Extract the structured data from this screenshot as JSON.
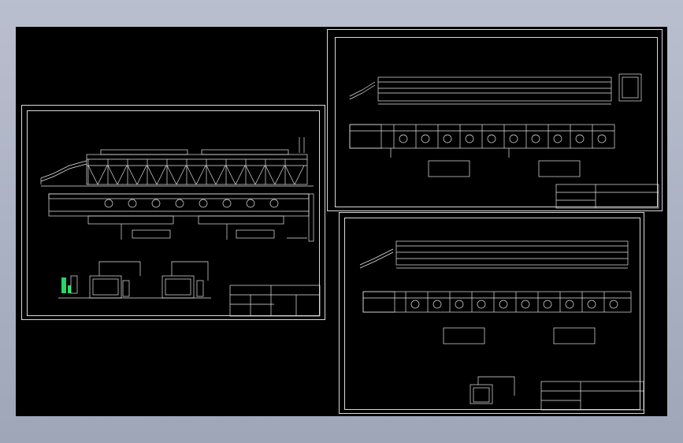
{
  "app": {
    "background_color": "#a9b0c2",
    "viewport_color": "#000000",
    "line_color": "#e6e6e6"
  },
  "sheets": [
    {
      "id": "sheet-left",
      "title_block": {
        "title": "",
        "code": ""
      }
    },
    {
      "id": "sheet-top-right",
      "title_block": {
        "title": "",
        "code": ""
      }
    },
    {
      "id": "sheet-bottom-right",
      "title_block": {
        "title": "",
        "code": ""
      }
    }
  ],
  "colors": {
    "operator_figure": "#2bd36b",
    "accent_green": "#1fe05a"
  }
}
